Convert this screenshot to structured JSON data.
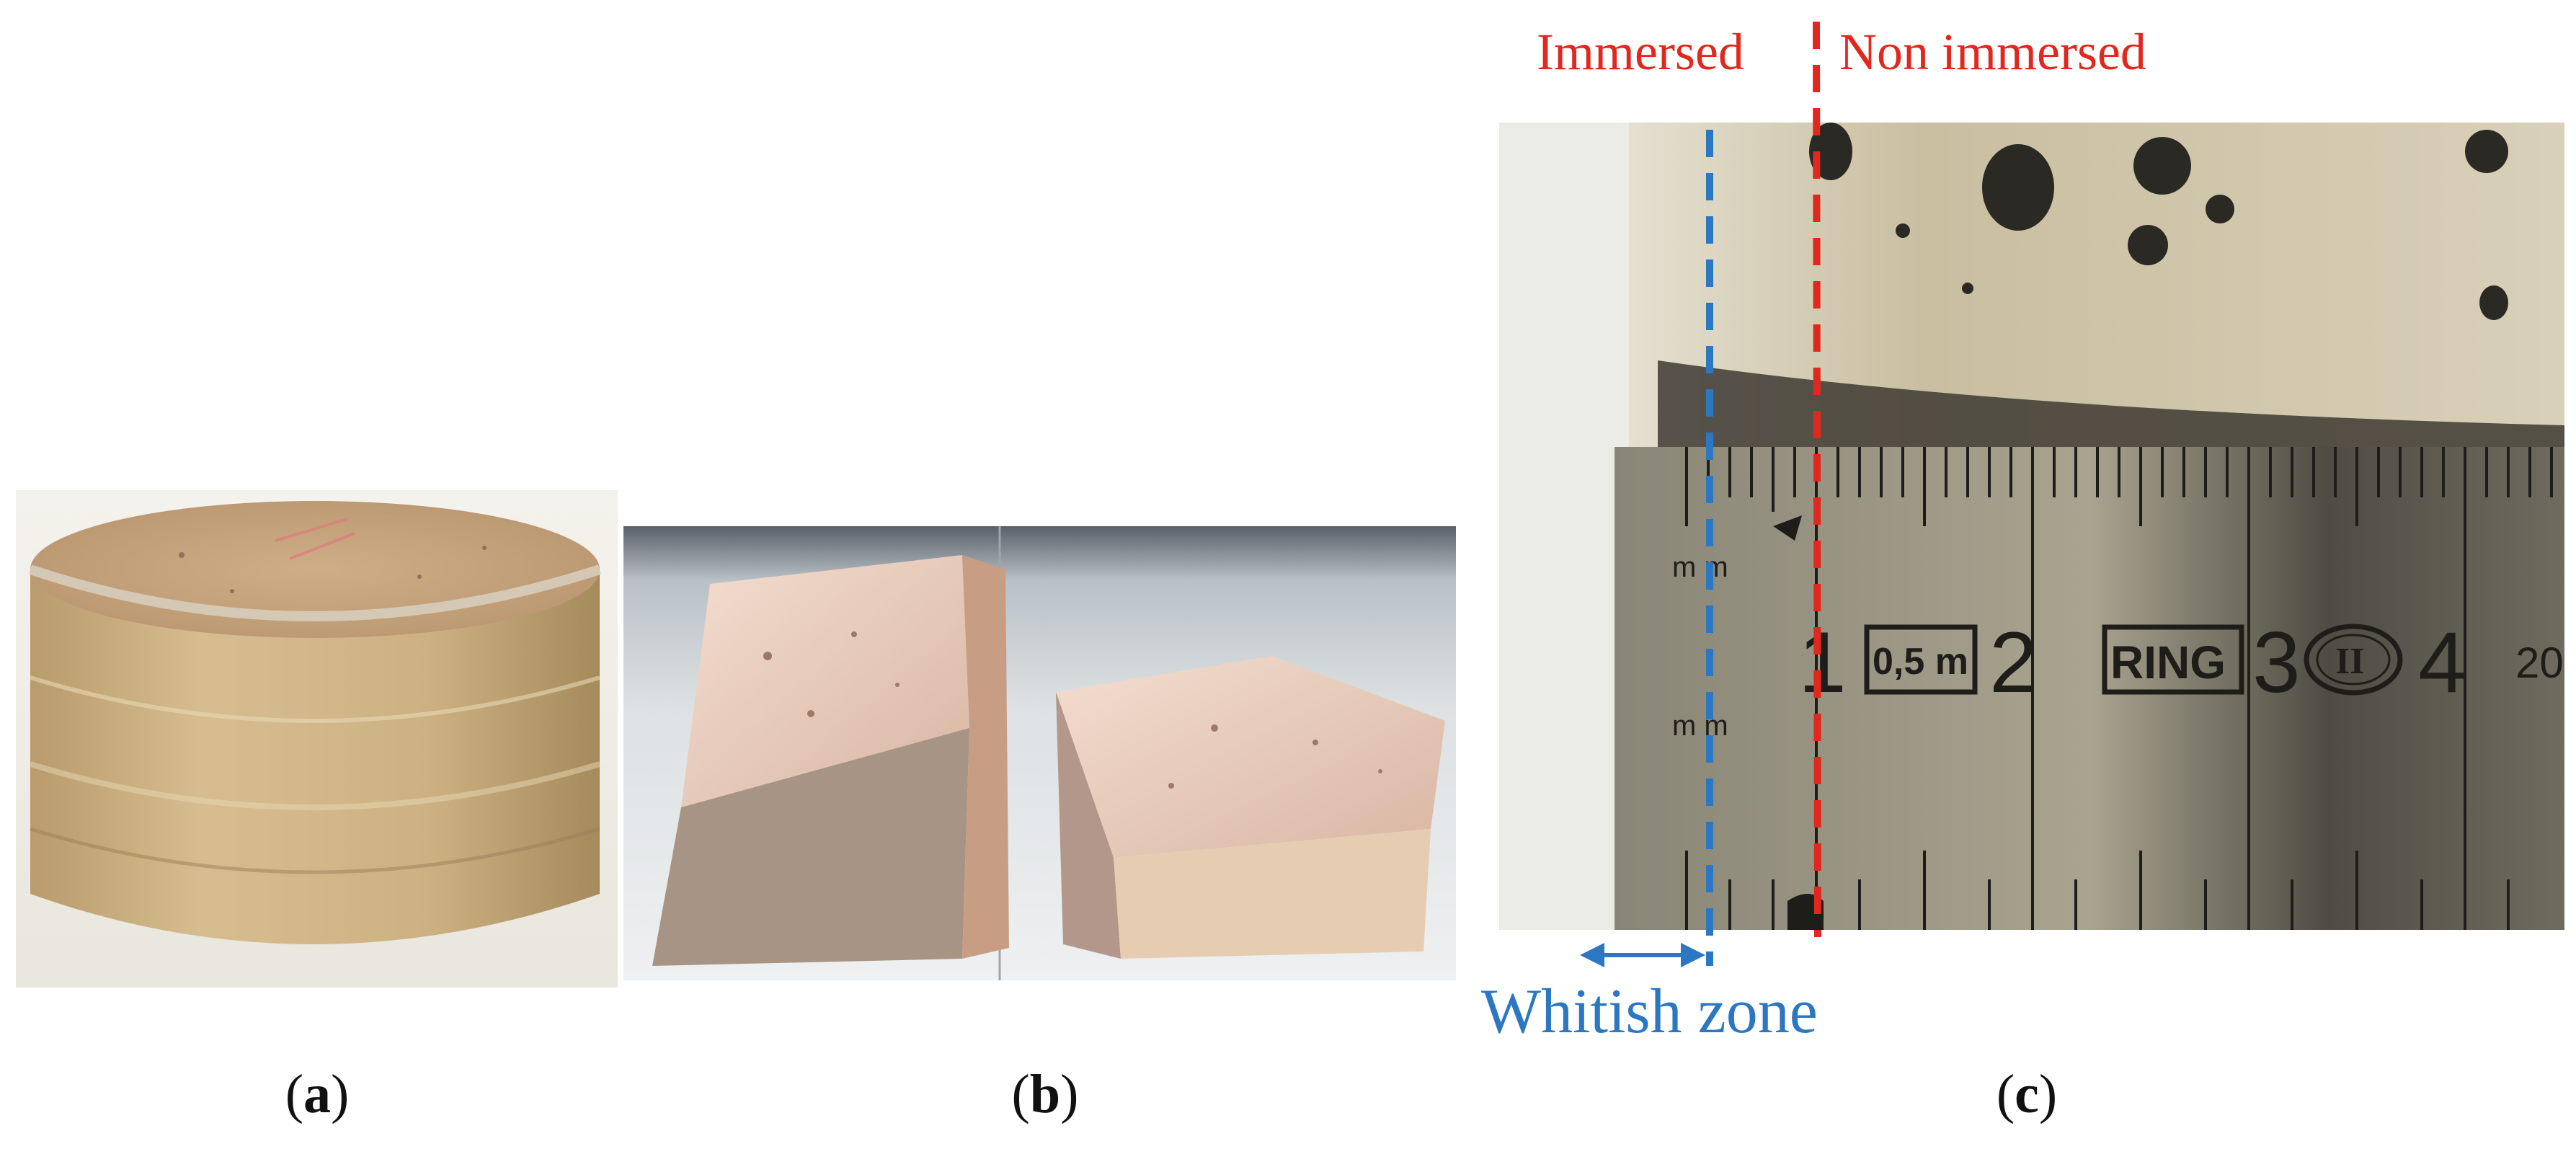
{
  "panels": {
    "a": {
      "caption_open": "(",
      "caption_letter": "a",
      "caption_close": ")"
    },
    "b": {
      "caption_open": "(",
      "caption_letter": "b",
      "caption_close": ")"
    },
    "c": {
      "caption_open": "(",
      "caption_letter": "c",
      "caption_close": ")",
      "label_immersed": "Immersed",
      "label_non_immersed": "Non immersed",
      "label_whitish_zone": "Whitish zone",
      "ruler_marks": [
        "1",
        "2",
        "3",
        "4",
        "20"
      ],
      "ruler_badges": [
        "0,5 m",
        "RING",
        "II"
      ],
      "ruler_unit_marks": [
        "m m",
        "m m"
      ]
    }
  },
  "colors": {
    "immersed_line": "#e0281e",
    "whitish_line": "#2b77c2"
  }
}
